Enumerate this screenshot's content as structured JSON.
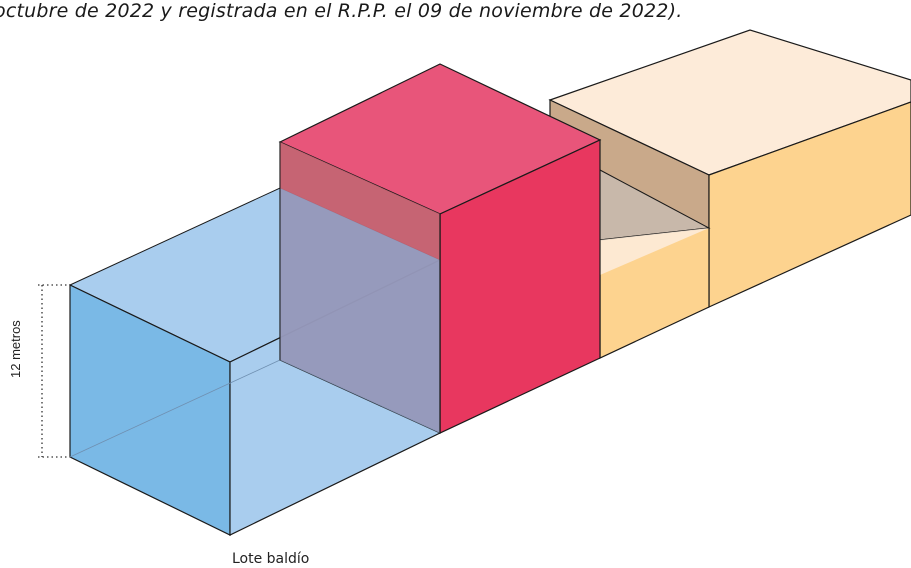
{
  "caption": "octubre de 2022 y registrada en el R.P.P. el 09 de noviembre de 2022).",
  "height_label": "12 metros",
  "lot_label": "Lote baldío",
  "colors": {
    "lot_blue": "#a9cdee",
    "lot_blue_dark": "#7ab9e6",
    "red_top": "#e8557a",
    "red_front": "#e8375f",
    "red_side": "#cd6370",
    "cream_top": "#fdebd9",
    "cream_side": "#c9a98a",
    "yellow_front": "#fdd38f",
    "outline": "#1a1a1a"
  }
}
